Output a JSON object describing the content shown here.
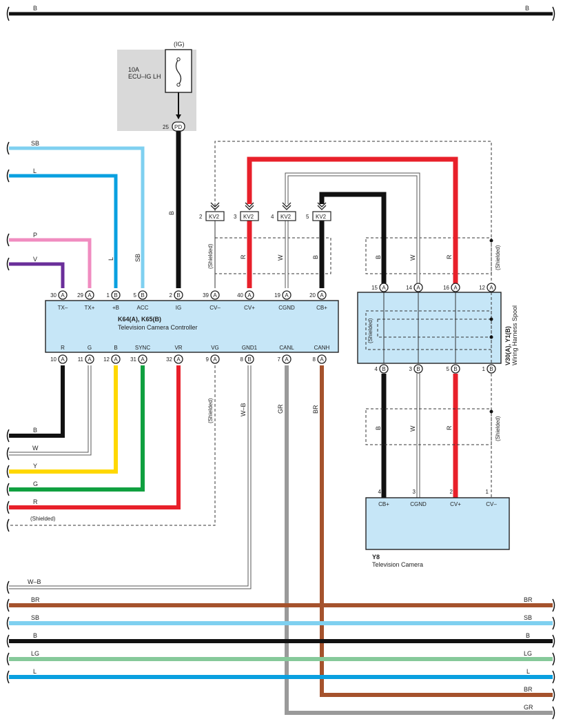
{
  "top_bus": {
    "left_label": "B",
    "right_label": "B"
  },
  "fuse": {
    "source": "(IG)",
    "rating": "10A",
    "name": "ECU–IG LH",
    "terminal_num": "25",
    "terminal_conn": "PD"
  },
  "controller": {
    "name": "K64(A), K65(B)",
    "desc": "Television Camera Controller",
    "top_pins": [
      {
        "num": "30",
        "conn": "A",
        "label": "TX–"
      },
      {
        "num": "29",
        "conn": "A",
        "label": "TX+"
      },
      {
        "num": "1",
        "conn": "B",
        "label": "+B"
      },
      {
        "num": "5",
        "conn": "B",
        "label": "ACC"
      },
      {
        "num": "2",
        "conn": "B",
        "label": "IG"
      },
      {
        "num": "39",
        "conn": "A",
        "label": "CV–"
      },
      {
        "num": "40",
        "conn": "A",
        "label": "CV+"
      },
      {
        "num": "19",
        "conn": "A",
        "label": "CGND"
      },
      {
        "num": "20",
        "conn": "A",
        "label": "CB+"
      }
    ],
    "bottom_pins": [
      {
        "num": "10",
        "conn": "A",
        "label": "R"
      },
      {
        "num": "11",
        "conn": "A",
        "label": "G"
      },
      {
        "num": "12",
        "conn": "A",
        "label": "B"
      },
      {
        "num": "31",
        "conn": "A",
        "label": "SYNC"
      },
      {
        "num": "32",
        "conn": "A",
        "label": "VR"
      },
      {
        "num": "9",
        "conn": "A",
        "label": "VG"
      },
      {
        "num": "8",
        "conn": "B",
        "label": "GND1"
      },
      {
        "num": "7",
        "conn": "A",
        "label": "CANL"
      },
      {
        "num": "8",
        "conn": "A",
        "label": "CANH"
      }
    ]
  },
  "left_inputs": [
    {
      "label": "SB",
      "color": "#7fd0f0"
    },
    {
      "label": "L",
      "color": "#0aa0e0"
    },
    {
      "label": "P",
      "color": "#f08cc0"
    },
    {
      "label": "V",
      "color": "#6a2e9a"
    }
  ],
  "vertical_wire_labels": {
    "ig_b": "B",
    "l": "L",
    "sb": "SB",
    "shielded": "(Shielded)",
    "cvp_r": "R",
    "cgnd_w": "W",
    "cbp_b": "B",
    "gnd_wb": "W–B",
    "canl": "GR",
    "canh": "BR"
  },
  "junction": [
    {
      "num": "2",
      "name": "KV2"
    },
    {
      "num": "3",
      "name": "KV2"
    },
    {
      "num": "4",
      "name": "KV2"
    },
    {
      "num": "5",
      "name": "KV2"
    }
  ],
  "spool": {
    "name": "V30(A), Y1(B)",
    "desc": "Wiring Harness Spool",
    "inner_shield": "(Shielded)",
    "top_pins": [
      {
        "num": "15",
        "conn": "A"
      },
      {
        "num": "14",
        "conn": "A"
      },
      {
        "num": "16",
        "conn": "A"
      },
      {
        "num": "12",
        "conn": "A"
      }
    ],
    "bottom_pins": [
      {
        "num": "4",
        "conn": "B"
      },
      {
        "num": "3",
        "conn": "B"
      },
      {
        "num": "5",
        "conn": "B"
      },
      {
        "num": "1",
        "conn": "B"
      }
    ],
    "upper_wires": [
      "B",
      "W",
      "R",
      "(Shielded)"
    ],
    "lower_wires": [
      "B",
      "W",
      "R",
      "(Shielded)"
    ]
  },
  "camera": {
    "name": "Y8",
    "desc": "Television Camera",
    "pins": [
      {
        "num": "4",
        "label": "CB+"
      },
      {
        "num": "3",
        "label": "CGND"
      },
      {
        "num": "2",
        "label": "CV+"
      },
      {
        "num": "1",
        "label": "CV–"
      }
    ]
  },
  "left_outputs": [
    {
      "label": "B",
      "color": "#111111"
    },
    {
      "label": "W",
      "color": "#ffffff"
    },
    {
      "label": "Y",
      "color": "#ffd800"
    },
    {
      "label": "G",
      "color": "#10a040"
    },
    {
      "label": "R",
      "color": "#e8202a"
    },
    {
      "label": "(Shielded)",
      "color": "none"
    }
  ],
  "bus_lines": [
    {
      "left": "W–B",
      "right": "",
      "color": "#ffffff"
    },
    {
      "left": "BR",
      "right": "BR",
      "color": "#a5522c"
    },
    {
      "left": "SB",
      "right": "SB",
      "color": "#7fd0f0"
    },
    {
      "left": "B",
      "right": "B",
      "color": "#111111"
    },
    {
      "left": "LG",
      "right": "LG",
      "color": "#86c99a"
    },
    {
      "left": "L",
      "right": "L",
      "color": "#0aa0e0"
    },
    {
      "left": "",
      "right": "BR",
      "color": "#a5522c"
    },
    {
      "left": "",
      "right": "GR",
      "color": "#9a9a9a"
    }
  ]
}
